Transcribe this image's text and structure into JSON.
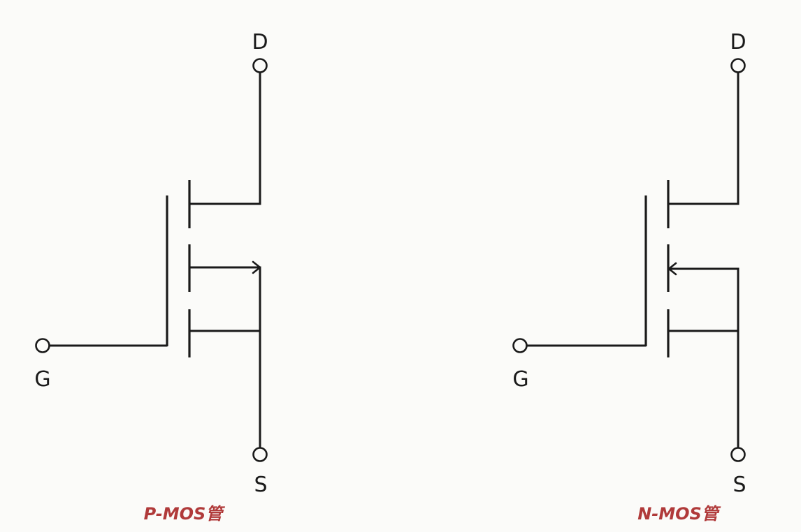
{
  "pmos": {
    "drain_label": "D",
    "gate_label": "G",
    "source_label": "S",
    "caption": "P-MOS管"
  },
  "nmos": {
    "drain_label": "D",
    "gate_label": "G",
    "source_label": "S",
    "caption": "N-MOS管"
  },
  "colors": {
    "line": "#1a1a1a",
    "caption": "#b03a3a",
    "background": "#fbfbf9"
  }
}
